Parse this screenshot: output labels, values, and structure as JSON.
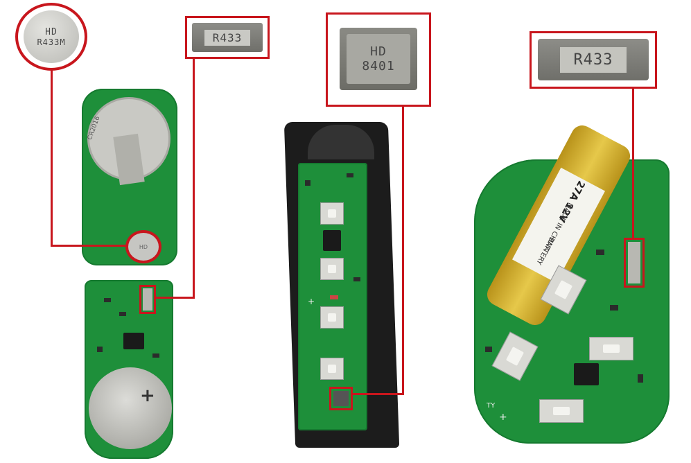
{
  "coin_crystal": {
    "line1": "HD",
    "line2": "R433M"
  },
  "small_coin_crystal": {
    "text": "HD"
  },
  "r433_label_left": "R433",
  "hd8401": {
    "line1": "HD",
    "line2": "8401"
  },
  "r433_label_right": "R433",
  "coin_battery": {
    "label": "CR2016"
  },
  "battery": {
    "line1": "27A 12V",
    "line2": "MADE IN CHINA",
    "line3": "BATTERY"
  },
  "pcb_markings": {
    "plus_mark": "+",
    "ty_mark": "TY"
  },
  "colors": {
    "highlight": "#c8161d",
    "pcb_green": "#1e8f3a",
    "battery_gold": "#d8b326"
  }
}
